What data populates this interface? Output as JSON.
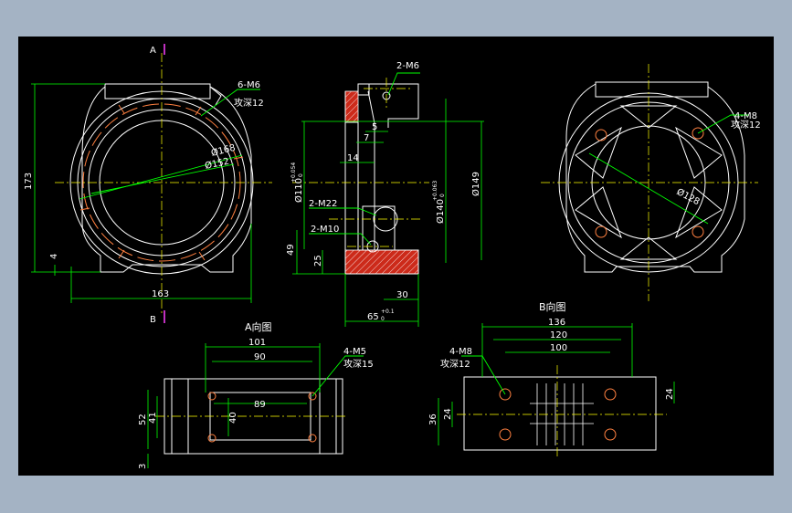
{
  "title": "",
  "colors": {
    "frame_bg": "#a4b3c4",
    "canvas_bg": "#000000",
    "outline": "#ffffff",
    "dimension": "#00ff00",
    "centerline": "#ffff00",
    "section_hatch": "#cc2a1a",
    "slot_detail": "#ff8040"
  },
  "section_marks": {
    "top": "A",
    "bottom": "B"
  },
  "front_view": {
    "note_threads": "6-M6",
    "note_depth": "攻深12",
    "dia_outer": "Ø168",
    "dia_inner": "Ø152",
    "height": "173",
    "offset": "4",
    "width": "163"
  },
  "section_view": {
    "thread_top": "2-M6",
    "dim_5": "5",
    "dim_7": "7",
    "dim_14": "14",
    "dia_110": "Ø110",
    "tol_110_upper": "+0.054",
    "tol_110_lower": "0",
    "thread_mid": "2-M22",
    "thread_low": "2-M10",
    "dim_49": "49",
    "dim_25": "25",
    "dia_140": "Ø140",
    "tol_140_upper": "+0.063",
    "tol_140_lower": "0",
    "dia_149": "Ø149",
    "dim_30": "30",
    "dim_65": "65",
    "tol_65_upper": "+0.1",
    "tol_65_lower": "0"
  },
  "back_view": {
    "note_threads": "4-M8",
    "note_depth": "攻深12",
    "dia_bolt": "Ø128"
  },
  "view_a": {
    "title": "A向图",
    "dim_101": "101",
    "dim_90": "90",
    "dim_89": "89",
    "dim_40": "40",
    "dim_52": "52",
    "dim_41": "41",
    "dim_3": "3",
    "note_threads": "4-M5",
    "note_depth": "攻深15"
  },
  "view_b": {
    "title": "B向图",
    "dim_136": "136",
    "dim_120": "120",
    "dim_100": "100",
    "dim_36": "36",
    "dim_24_left": "24",
    "dim_24_right": "24",
    "note_threads": "4-M8",
    "note_depth": "攻深12"
  }
}
